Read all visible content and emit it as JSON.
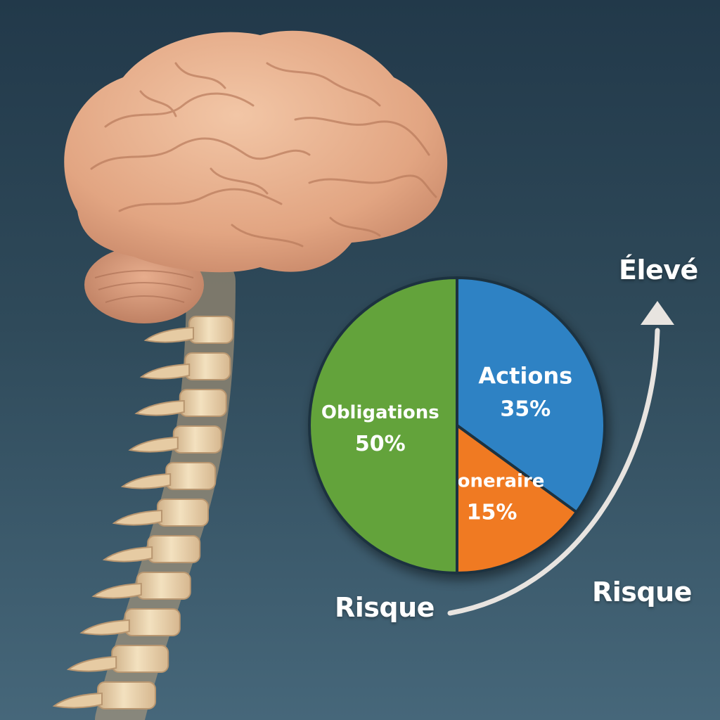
{
  "pie": {
    "slices": [
      {
        "label": "Actions",
        "value": 35,
        "value_label": "35%",
        "color": "#2f82c4"
      },
      {
        "label": "Moneraire",
        "value": 15,
        "value_label": "15%",
        "color": "#f07a22"
      },
      {
        "label": "Obligations",
        "value": 50,
        "value_label": "50%",
        "color": "#63a33a"
      }
    ]
  },
  "risk_scale": {
    "top_label": "Élevé",
    "bottom_left_label": "Risque",
    "bottom_right_label": "Risque"
  },
  "illustration": {
    "subject": "brain-and-spine",
    "brain_color": "#e9b28f",
    "spine_color": "#ecd4ac",
    "arrow_color": "#e8e4e0"
  }
}
